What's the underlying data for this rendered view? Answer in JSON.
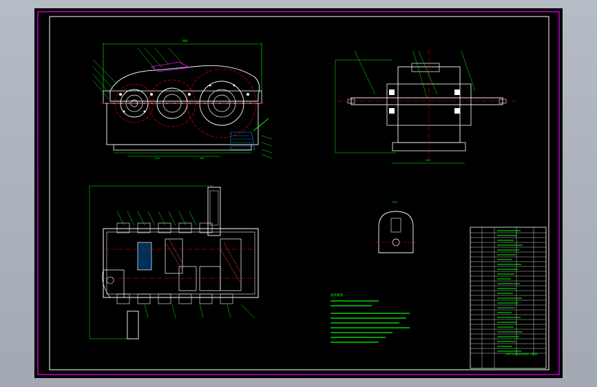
{
  "drawing": {
    "technical_requirements_title": "技术要求",
    "title_block_name": "二级展开式圆柱齿轮减速器（装配图）",
    "section_label": "A-A",
    "dimension_labels": {
      "front_width": "980",
      "center_distance_1": "200",
      "center_distance_2": "280",
      "side_width": "350"
    }
  },
  "colors": {
    "background": "#000000",
    "frame": "#ff00ff",
    "outline": "#ffffff",
    "dimension": "#00ff00",
    "centerline": "#ff0000",
    "section_fill": "#0088ff",
    "part_fill": "#ff4444",
    "hatching": "#00aaff"
  }
}
